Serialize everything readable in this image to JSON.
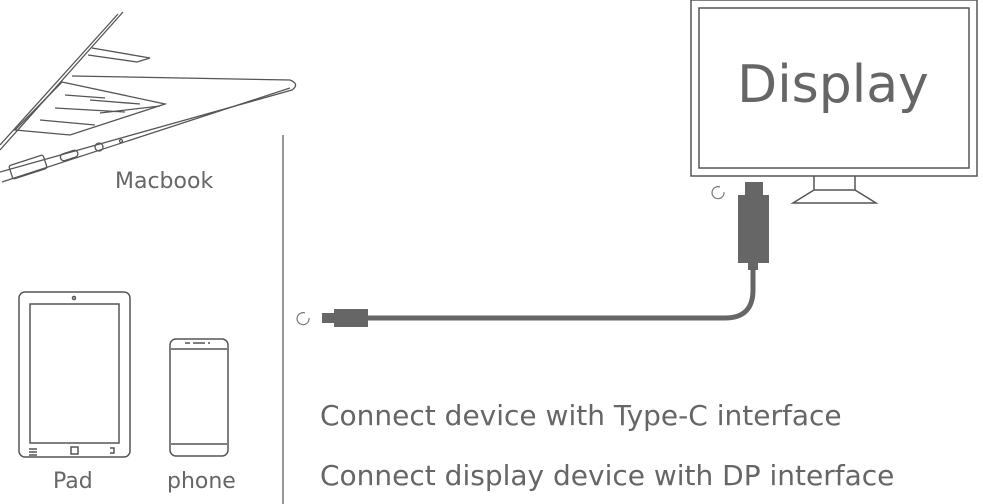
{
  "devices": {
    "macbook": "Macbook",
    "pad": "Pad",
    "phone": "phone"
  },
  "monitor": {
    "label": "Display"
  },
  "captions": {
    "type_c": "Connect device with Type-C interface",
    "dp": "Connect display device with DP interface"
  },
  "colors": {
    "line": "#555555",
    "cable": "#666666",
    "text": "#666666"
  }
}
